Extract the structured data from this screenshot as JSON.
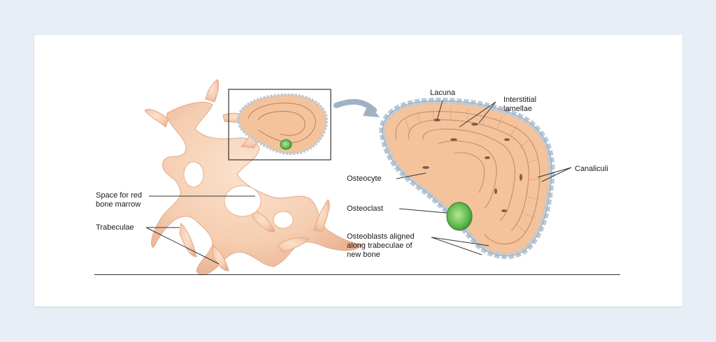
{
  "labels": {
    "space_for_marrow": "Space for red\nbone marrow",
    "trabeculae": "Trabeculae",
    "lacuna": "Lacuna",
    "interstitial": "Interstitial\nlamellae",
    "canaliculi": "Canaliculi",
    "osteocyte": "Osteocyte",
    "osteoclast": "Osteoclast",
    "osteoblasts": "Osteoblasts aligned\nalong trabeculae of\nnew bone"
  },
  "colors": {
    "page_bg": "#e8eef6",
    "card_bg": "#ffffff",
    "bone": "#f7d2b4",
    "bone_shadow": "#e8b391",
    "matrix": "#f4c39c",
    "lamella_line": "#b97d60",
    "canal": "#8a5a4a",
    "osteoblast": "#c9d9e6",
    "osteoclast": "#6cbf5a",
    "leader": "#333333"
  }
}
